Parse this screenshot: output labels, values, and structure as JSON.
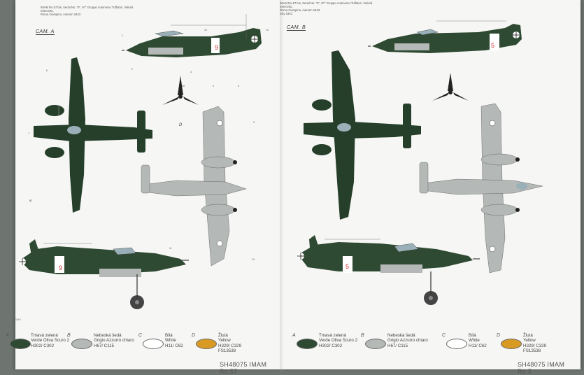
{
  "left_page": {
    "caption": "IMAM Ro.57 bis, Serial No. \"9\", 97° Gruppo Autonomo Tuffatori, Velivoli Intercetto,\nRoma Ciampino, Autumn 1943",
    "camo_label": "CAM. A",
    "prop_label": "D",
    "code_number": "9",
    "callouts": [
      "1",
      "2",
      "3",
      "4",
      "5",
      "6",
      "7",
      "8",
      "9",
      "10",
      "11",
      "12",
      "13",
      "14",
      "15",
      "13+2"
    ],
    "footer": "SH48075 IMAM Ro.57",
    "swatches": [
      {
        "letter": "A",
        "name_cz": "Tmavá zelená",
        "name_it": "Verde Oliva Scuro 2",
        "codes": "H302/ C302",
        "color": "#2f4a32"
      },
      {
        "letter": "B",
        "name_cz": "Nebeská šedá",
        "name_it": "Grigio Azzurro chiaro",
        "codes": "H67/ C115",
        "color": "#b4b8b6"
      },
      {
        "letter": "C",
        "name_cz": "Bílá",
        "name_it": "White",
        "codes": "H11/ C62",
        "color": "#ffffff"
      },
      {
        "letter": "D",
        "name_cz": "Žlutá",
        "name_it": "Yellow",
        "codes": "H329/ C329",
        "extra": "FS13538",
        "color": "#d99a24"
      }
    ]
  },
  "right_page": {
    "caption": "IMAM Ro.57 bis, Serial No. \"5\", 97° Gruppo Autonomo Tuffatori, Velivoli Intercetto,\nRoma Ciampino, Autumn 1943,\nJuly 1943",
    "camo_label": "CAM. B",
    "code_number": "5",
    "footer": "SH48075 IMAM Ro.5",
    "swatches": [
      {
        "letter": "A",
        "name_cz": "Tmavá zelená",
        "name_it": "Verde Oliva Scuro 2",
        "codes": "H302/ C302",
        "color": "#2f4a32"
      },
      {
        "letter": "B",
        "name_cz": "Nebeská šedá",
        "name_it": "Grigio Azzurro chiaro",
        "codes": "H67/ C115",
        "color": "#b4b8b6"
      },
      {
        "letter": "C",
        "name_cz": "Bílá",
        "name_it": "White",
        "codes": "H11/ C62",
        "color": "#ffffff"
      },
      {
        "letter": "D",
        "name_cz": "Žlutá",
        "name_it": "Yellow",
        "codes": "H329/ C329",
        "extra": "FS13538",
        "color": "#d99a24"
      }
    ]
  }
}
